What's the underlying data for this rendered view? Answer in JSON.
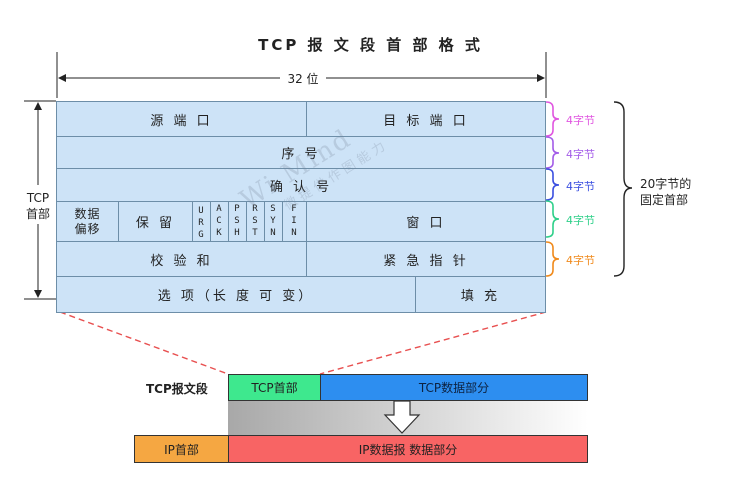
{
  "title": "TCP 报 文 段 首 部 格 式",
  "width_label": "32 位",
  "left_label": [
    "TCP",
    "首部"
  ],
  "rows": {
    "source_port": "源 端 口",
    "dest_port": "目 标 端 口",
    "seq": "序 号",
    "ack": "确 认 号",
    "offset": [
      "数据",
      "偏移"
    ],
    "reserved": "保 留",
    "flags": [
      {
        "id": "urg",
        "text": "U\nR\nG"
      },
      {
        "id": "ack",
        "text": "A\nC\nK"
      },
      {
        "id": "psh",
        "text": "P\nS\nH"
      },
      {
        "id": "rst",
        "text": "R\nS\nT"
      },
      {
        "id": "syn",
        "text": "S\nY\nN"
      },
      {
        "id": "fin",
        "text": "F\nI\nN"
      }
    ],
    "window": "窗 口",
    "checksum": "校 验 和",
    "urgent": "紧 急 指 针",
    "options": "选 项（长 度 可 变）",
    "padding": "填 充"
  },
  "byte_labels": [
    "4字节",
    "4字节",
    "4字节",
    "4字节",
    "4字节"
  ],
  "byte_colors": [
    "#e056e0",
    "#a35ce8",
    "#3b4fe0",
    "#2fd08a",
    "#f08a1c"
  ],
  "total_label": [
    "20字节的",
    "固定首部"
  ],
  "watermark": [
    "Wi    Mind",
    "微 提 供 作 图 能 力"
  ],
  "bottom": {
    "segment_label": "TCP报文段",
    "tcp_header": "TCP首部",
    "tcp_data": "TCP数据部分",
    "ip_header": "IP首部",
    "ip_data": "IP数据报 数据部分"
  },
  "colors": {
    "cell_fill": "#cde3f7",
    "tcp_header": "#3ee88e",
    "tcp_data": "#2d8ef0",
    "ip_header": "#f5a742",
    "ip_data": "#f86464",
    "dashed": "#e85050"
  }
}
